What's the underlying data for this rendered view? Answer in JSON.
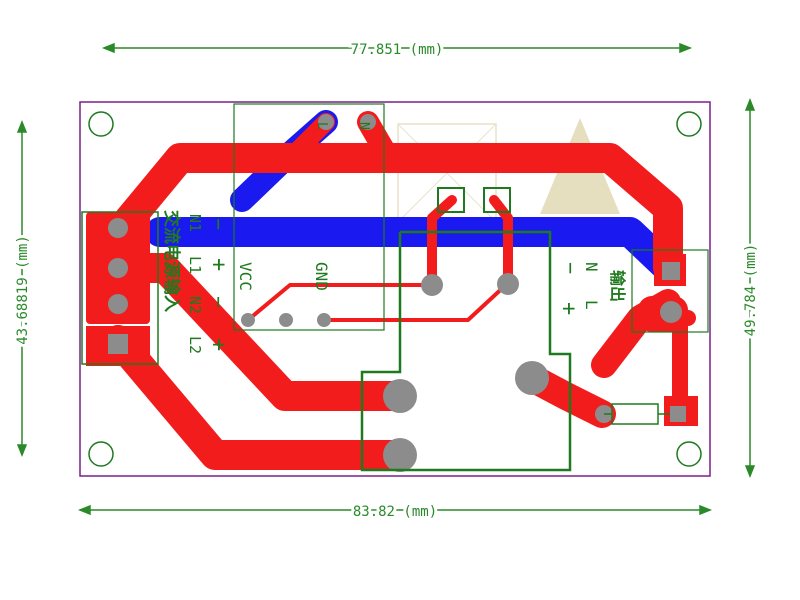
{
  "dimensions": {
    "top_width": "77.851 (mm)",
    "bottom_width": "83.82 (mm)",
    "left_height": "43.68819 (mm)",
    "right_height": "49.784 (mm)"
  },
  "labels": {
    "power_input": "交流电源输入",
    "output": "输出",
    "l1": "L1",
    "n1": "N1",
    "l2": "L2",
    "n2": "N2",
    "out_n": "N",
    "out_l": "L",
    "pin_L": "L",
    "pin_N": "N",
    "vcc": "VCC",
    "gnd": "GND",
    "plus_top": "+",
    "minus_top": "−",
    "plus_bot": "+",
    "minus_bot": "−",
    "out_minus": "−",
    "out_plus": "+"
  },
  "colors": {
    "board_outline": "#7a1f8a",
    "top_copper": "#f21c1c",
    "bottom_copper": "#1a1af0",
    "silkscreen": "#1f7a1f",
    "pad": "#8c8c8c",
    "dimension": "#2a8a2a"
  }
}
